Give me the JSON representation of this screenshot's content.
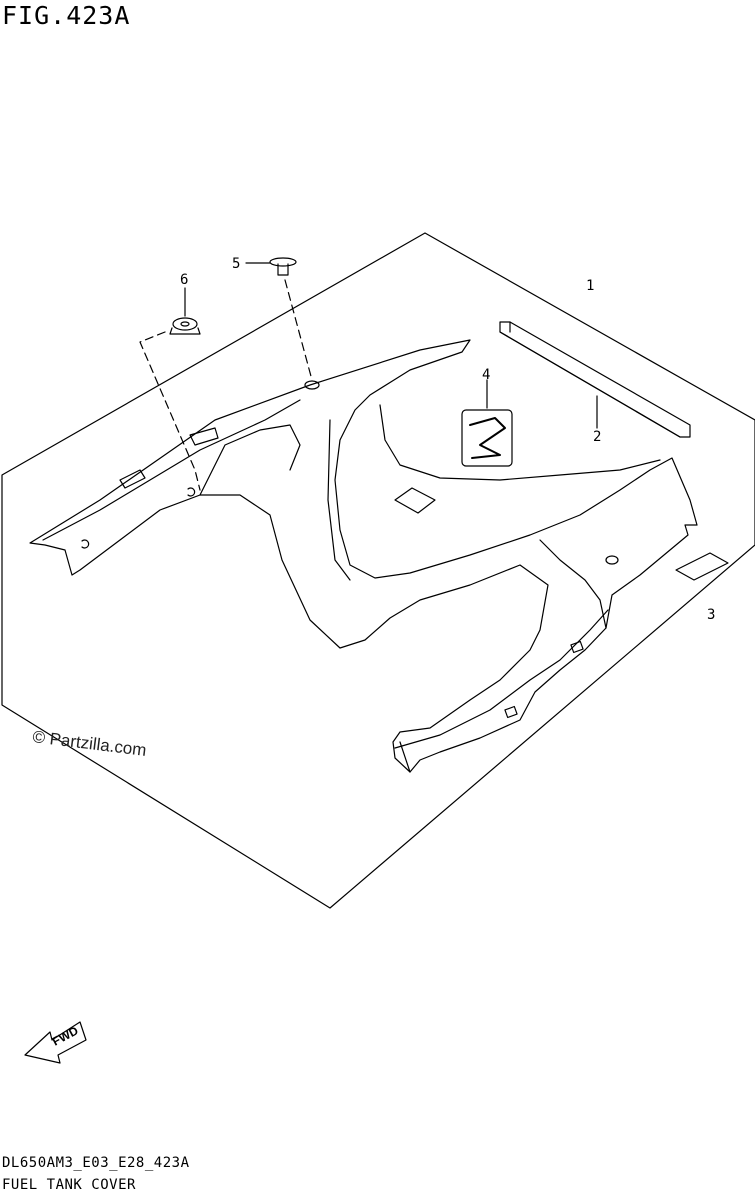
{
  "figure": {
    "title": "FIG.423A",
    "code": "DL650AM3_E03_E28_423A",
    "name": "FUEL TANK COVER"
  },
  "callouts": [
    {
      "id": "1",
      "label": "1"
    },
    {
      "id": "2",
      "label": "2"
    },
    {
      "id": "3",
      "label": "3"
    },
    {
      "id": "4",
      "label": "4"
    },
    {
      "id": "5",
      "label": "5"
    },
    {
      "id": "6",
      "label": "6"
    }
  ],
  "watermark": "© Partzilla.com",
  "direction_label": "FWD"
}
